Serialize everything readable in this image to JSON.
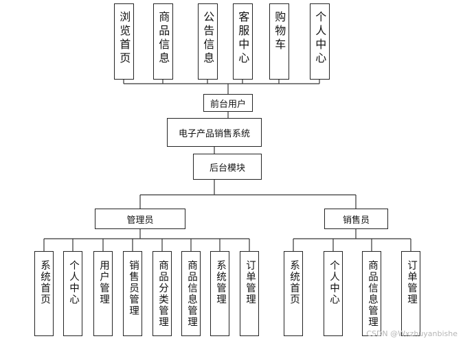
{
  "top_modules": [
    "浏览首页",
    "商品信息",
    "公告信息",
    "客服中心",
    "购物车",
    "个人中心"
  ],
  "front_user": "前台用户",
  "system_name": "电子产品销售系统",
  "backend_module": "后台模块",
  "admin": {
    "label": "管理员",
    "modules": [
      "系统首页",
      "个人中心",
      "用户管理",
      "销售员管理",
      "商品分类管理",
      "商品信息管理",
      "系统管理",
      "订单管理"
    ]
  },
  "sales": {
    "label": "销售员",
    "modules": [
      "系统首页",
      "个人中心",
      "商品信息管理",
      "订单管理"
    ]
  },
  "watermark": "CSDN @Wxzhuyanbishe"
}
